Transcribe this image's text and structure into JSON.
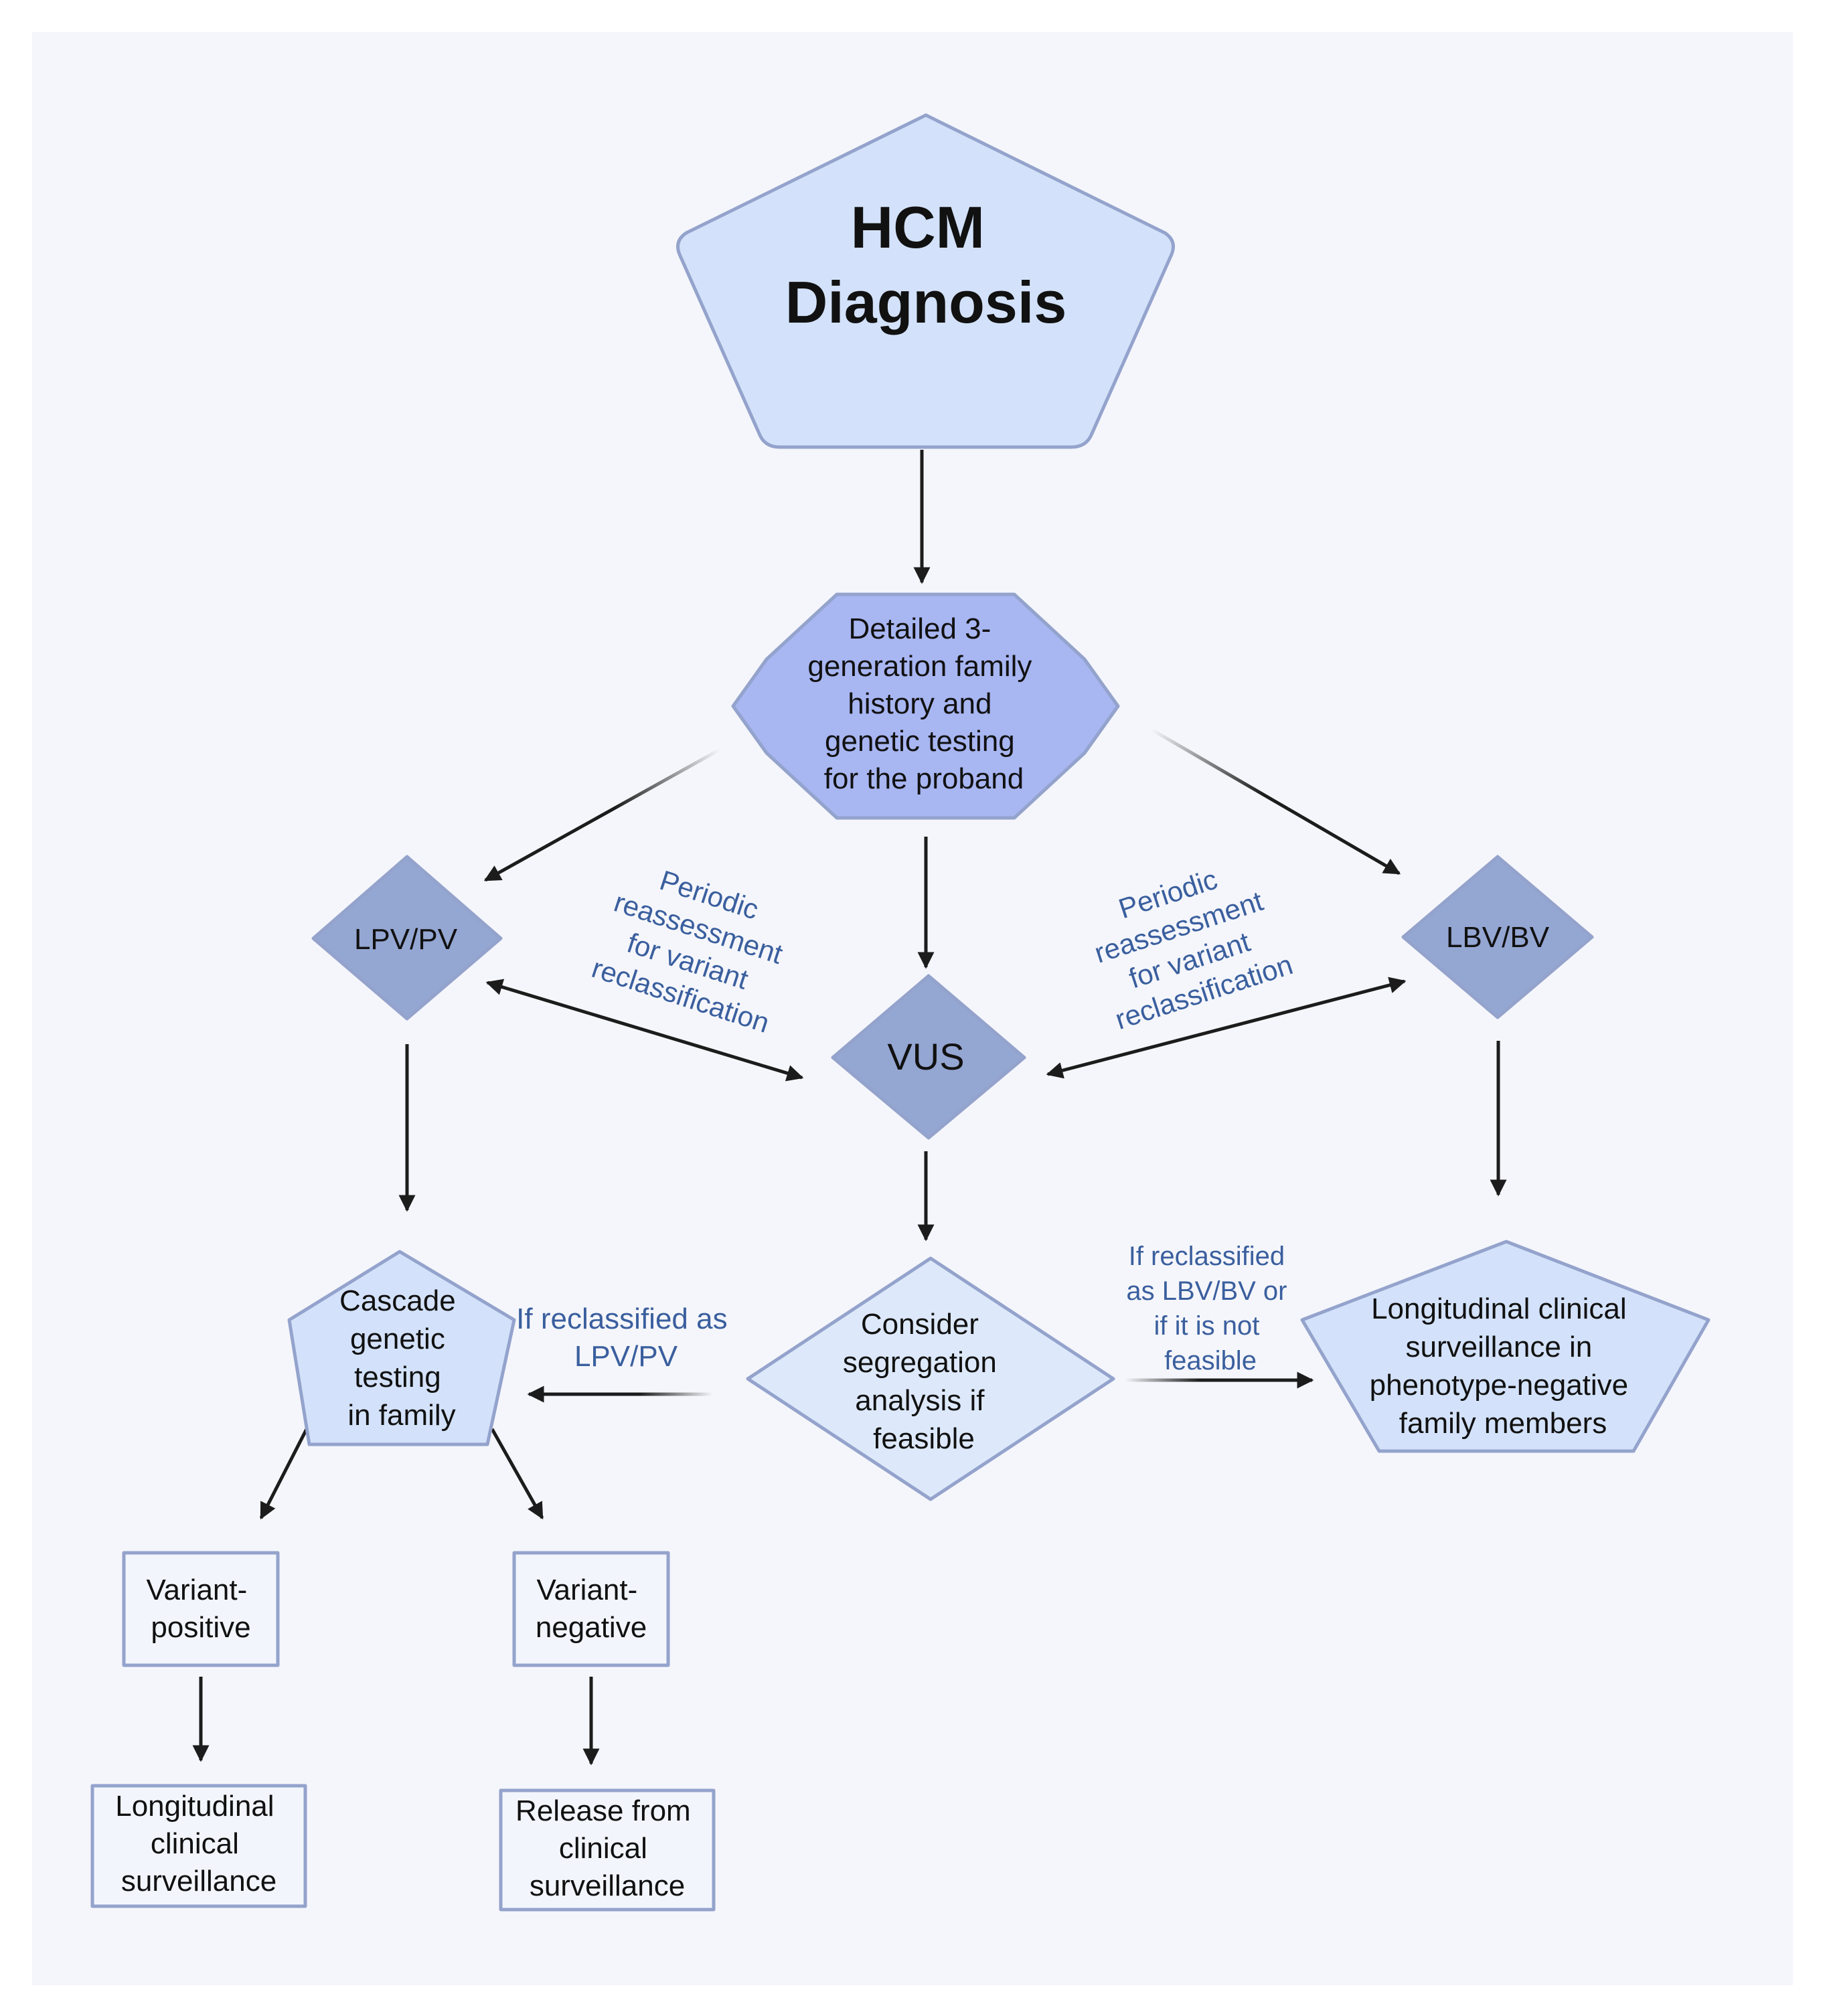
{
  "colors": {
    "page_bg": "#ffffff",
    "panel_bg": "#f5f6fb",
    "stroke": "#94a3cc",
    "pentagon_fill": "#d3e2fa",
    "octagon_fill": "#a8b6f2",
    "diamond_dark_fill": "#94a6d2",
    "diamond_light_fill": "#dde9fa",
    "box_fill": "#f2f6fc",
    "arrow": "#1c1c1c",
    "note_text": "#3a5f9e"
  },
  "nodes": {
    "hcm": {
      "lines": [
        "HCM",
        "Diagnosis"
      ]
    },
    "family": {
      "lines": [
        "Detailed 3-",
        "generation family",
        "history and",
        "genetic testing",
        "for the proband"
      ]
    },
    "lpv": {
      "lines": [
        "LPV/PV"
      ]
    },
    "vus": {
      "lines": [
        "VUS"
      ]
    },
    "lbv": {
      "lines": [
        "LBV/BV"
      ]
    },
    "cascade": {
      "lines": [
        "Cascade",
        "genetic",
        "testing",
        "in family"
      ]
    },
    "segregation": {
      "lines": [
        "Consider",
        "segregation",
        "analysis if",
        "feasible"
      ]
    },
    "longitudinal_family": {
      "lines": [
        "Longitudinal clinical",
        "surveillance in",
        "phenotype-negative",
        "family members"
      ]
    },
    "variant_positive": {
      "lines": [
        "Variant-",
        "positive"
      ]
    },
    "variant_negative": {
      "lines": [
        "Variant-",
        "negative"
      ]
    },
    "longitudinal": {
      "lines": [
        "Longitudinal",
        "clinical",
        "surveillance"
      ]
    },
    "release": {
      "lines": [
        "Release from",
        "clinical",
        "surveillance"
      ]
    }
  },
  "notes": {
    "periodic_left": {
      "lines": [
        "Periodic",
        "reassessment",
        "for variant",
        "reclassification"
      ]
    },
    "periodic_right": {
      "lines": [
        "Periodic",
        "reassessment",
        "for variant",
        "reclassification"
      ]
    },
    "reclass_lpv": {
      "lines": [
        "If reclassified as",
        "LPV/PV"
      ]
    },
    "reclass_lbv": {
      "lines": [
        "If reclassified",
        "as LBV/BV or",
        "if it is not",
        "feasible"
      ]
    }
  }
}
